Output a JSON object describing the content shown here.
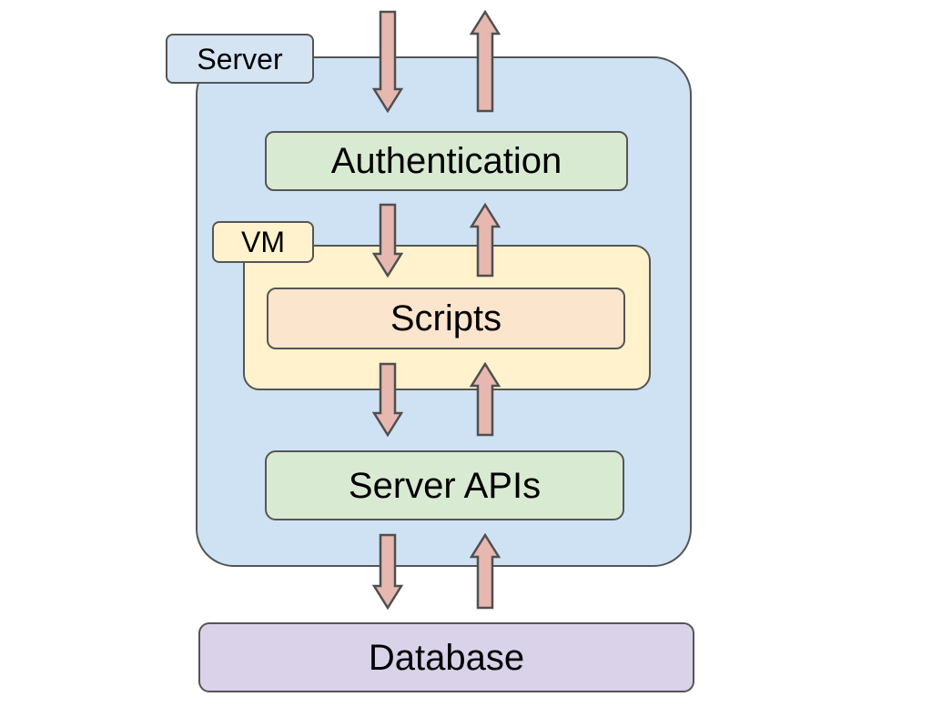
{
  "diagram": {
    "background": "#ffffff",
    "nodes": {
      "server": {
        "label": "Server",
        "type": "container",
        "fill": "#cfe2f3",
        "parent": null
      },
      "authentication": {
        "label": "Authentication",
        "type": "box",
        "fill": "#d9ead3",
        "parent": "server"
      },
      "vm": {
        "label": "VM",
        "type": "container",
        "fill": "#fff2cc",
        "parent": "server"
      },
      "scripts": {
        "label": "Scripts",
        "type": "box",
        "fill": "#fce5cd",
        "parent": "vm"
      },
      "server_apis": {
        "label": "Server APIs",
        "type": "box",
        "fill": "#d9ead3",
        "parent": "server"
      },
      "database": {
        "label": "Database",
        "type": "box",
        "fill": "#d9d2e9",
        "parent": null
      }
    },
    "edges": [
      {
        "between": [
          "external-top",
          "authentication"
        ],
        "arrows": [
          "down",
          "up"
        ]
      },
      {
        "between": [
          "authentication",
          "scripts"
        ],
        "arrows": [
          "down",
          "up"
        ]
      },
      {
        "between": [
          "scripts",
          "server_apis"
        ],
        "arrows": [
          "down",
          "up"
        ]
      },
      {
        "between": [
          "server_apis",
          "database"
        ],
        "arrows": [
          "down",
          "up"
        ]
      }
    ],
    "colors": {
      "arrow_fill": "#e6b8af",
      "border": "#555555",
      "text": "#000000",
      "server_fill": "#cfe2f3",
      "vm_fill": "#fff2cc",
      "green_fill": "#d9ead3",
      "orange_fill": "#fce5cd",
      "purple_fill": "#d9d2e9"
    }
  }
}
